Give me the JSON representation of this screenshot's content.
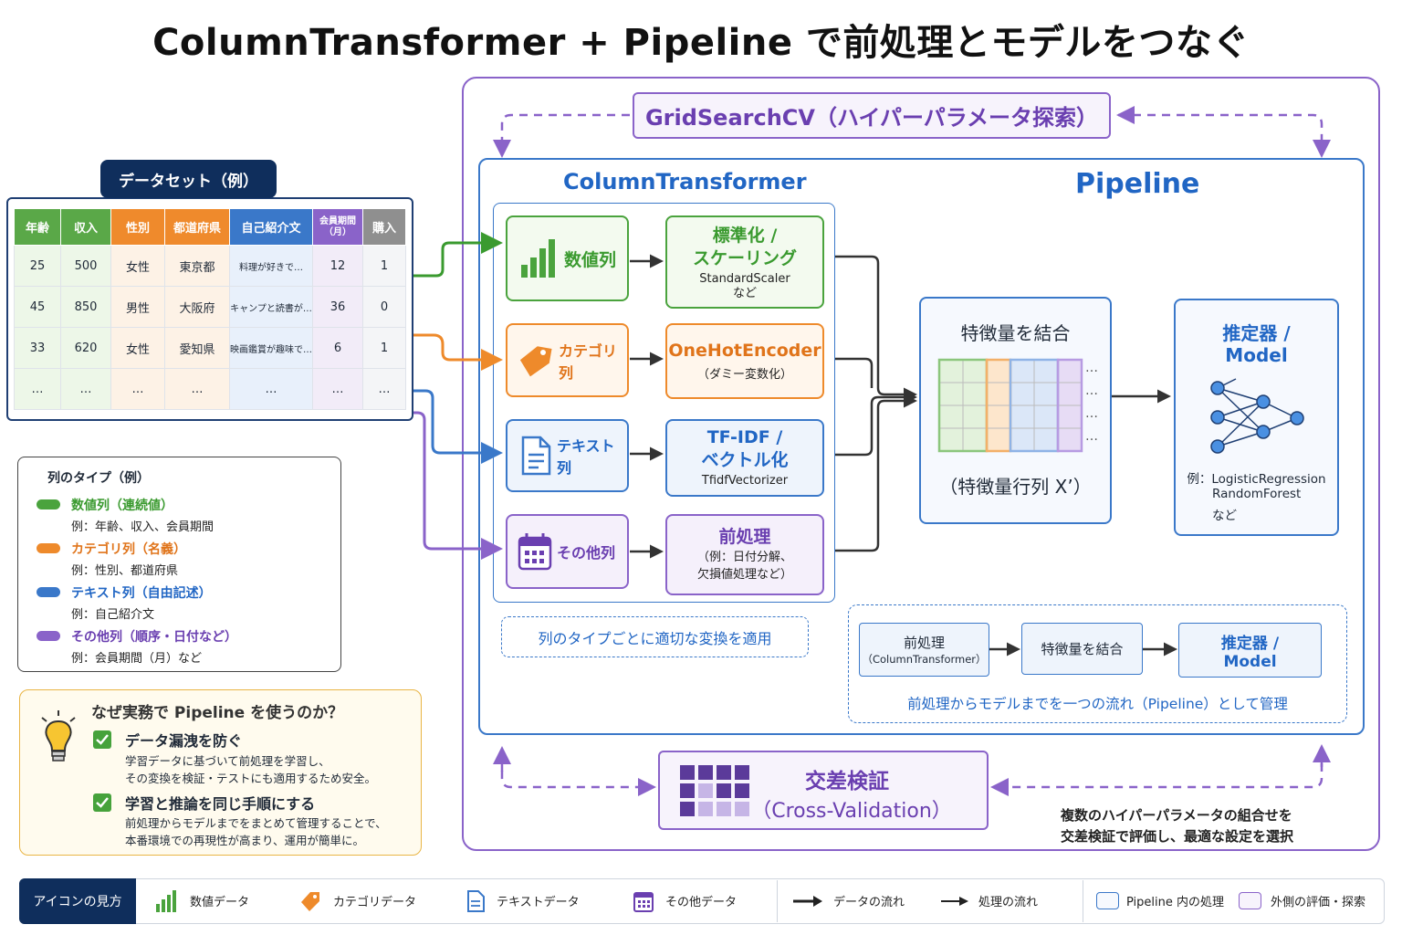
{
  "title": "ColumnTransformer + Pipeline で前処理とモデルをつなぐ",
  "dataset": {
    "badge": "データセット（例）",
    "headers": [
      "年齢",
      "収入",
      "性別",
      "都道府県",
      "自己紹介文",
      "会員期間\n（月）",
      "購入"
    ],
    "rows": [
      [
        "25",
        "500",
        "女性",
        "東京都",
        "料理が好きで…",
        "12",
        "1"
      ],
      [
        "45",
        "850",
        "男性",
        "大阪府",
        "キャンプと読書が…",
        "36",
        "0"
      ],
      [
        "33",
        "620",
        "女性",
        "愛知県",
        "映画鑑賞が趣味で…",
        "6",
        "1"
      ],
      [
        "…",
        "…",
        "…",
        "…",
        "…",
        "…",
        "…"
      ]
    ]
  },
  "column_types": {
    "title": "列のタイプ（例）",
    "items": [
      {
        "name": "数値列（連続値）",
        "example": "例：年齢、収入、会員期間"
      },
      {
        "name": "カテゴリ列（名義）",
        "example": "例：性別、都道府県"
      },
      {
        "name": "テキスト列（自由記述）",
        "example": "例：自己紹介文"
      },
      {
        "name": "その他列（順序・日付など）",
        "example": "例：会員期間（月）など"
      }
    ]
  },
  "why": {
    "title": "なぜ実務で Pipeline を使うのか？",
    "points": [
      {
        "head": "データ漏洩を防ぐ",
        "line1": "学習データに基づいて前処理を学習し、",
        "line2": "その変換を検証・テストにも適用するため安全。"
      },
      {
        "head": "学習と推論を同じ手順にする",
        "line1": "前処理からモデルまでをまとめて管理することで、",
        "line2": "本番環境での再現性が高まり、運用が簡単に。"
      }
    ]
  },
  "gridsearch": "GridSearchCV（ハイパーパラメータ探索）",
  "column_transformer_label": "ColumnTransformer",
  "pipeline_label": "Pipeline",
  "branches": [
    {
      "left": "数値列",
      "right_title_1": "標準化 /",
      "right_title_2": "スケーリング",
      "right_sub_1": "StandardScaler",
      "right_sub_2": "など"
    },
    {
      "left": "カテゴリ列",
      "right_title_1": "OneHotEncoder",
      "right_sub_1": "（ダミー変数化）"
    },
    {
      "left": "テキスト列",
      "right_title_1": "TF-IDF /",
      "right_title_2": "ベクトル化",
      "right_sub_1": "TfidfVectorizer"
    },
    {
      "left": "その他列",
      "right_title_1": "前処理",
      "right_sub_1": "（例：日付分解、",
      "right_sub_2": "欠損値処理など）"
    }
  ],
  "ct_note": "列のタイプごとに適切な変換を適用",
  "feature_combine": {
    "title": "特徴量を結合",
    "caption": "（特徴量行列 X’）",
    "ellipsis": "…"
  },
  "estimator": {
    "title_1": "推定器 /",
    "title_2": "Model",
    "ex_1": "例：LogisticRegression",
    "ex_2": "RandomForest",
    "ex_3": "など"
  },
  "flow": {
    "step1_1": "前処理",
    "step1_2": "（ColumnTransformer）",
    "step2": "特徴量を結合",
    "step3_1": "推定器 /",
    "step3_2": "Model",
    "note": "前処理からモデルまでを一つの流れ（Pipeline）として管理"
  },
  "cv": {
    "title_1": "交差検証",
    "title_2": "（Cross-Validation）",
    "note_1": "複数のハイパーパラメータの組合せを",
    "note_2": "交差検証で評価し、最適な設定を選択"
  },
  "icon_legend": {
    "label": "アイコンの見方",
    "items": [
      "数値データ",
      "カテゴリデータ",
      "テキストデータ",
      "その他データ",
      "データの流れ",
      "処理の流れ",
      "Pipeline 内の処理",
      "外側の評価・探索"
    ]
  },
  "colors": {
    "numeric": "#4aa33d",
    "category": "#ee8a2b",
    "text": "#3a78c9",
    "other": "#8a63c9",
    "navy": "#0f2e5c"
  }
}
